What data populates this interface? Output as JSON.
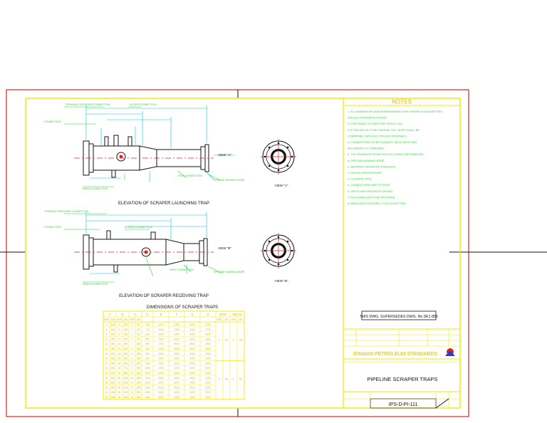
{
  "notes": {
    "heading": "NOTES",
    "items": [
      "1.  ALL DIMENSIONS AND ARRANGEMENTS ARE SHOWN IN MILLIMETRES",
      "    UNLESS OTHERWISE STATED.",
      "2.  FOR RANGE OF SIZES SEE IPS-D-PI-111.",
      "3.  IF PIGGING IS TO BE CARRIED OUT, SIZES SHALL BE",
      "    COMPATIBLE WITH ALL PIPELINE INTERNALS.",
      "4.  CONNECTIONS TO BE FLANGED, WELD NECK AND",
      "    ACCORDING TO STANDARD.",
      "5.  THE DRAWINGS SHOW THE FOLLOWING INFORMATION:",
      "    a.  PIPELINE NOMINAL BORE",
      "    b.  MAXIMUM OPERATING PRESSURE",
      "    c.  DESIGN TEMPERATURE",
      "    d.  CLOSURE TYPE",
      "    e.  CONNECTIONS AND FITTINGS",
      "6.  VENTS AND DRAINS AS SHOWN.",
      "7.  PIG SIGNALLER TO BE PROVIDED.",
      "8.  REDUCER ECCENTRIC, FLAT ON BOTTOM."
    ]
  },
  "drawing_1": {
    "title": "ELEVATION OF SCRAPER LAUNCHING TRAP",
    "view_label": "VIEW \"A\"",
    "section_label": "VIEW \"A\"",
    "callouts": [
      "TERMINAL PRESSURE CONNECTION",
      "CONNECTION",
      "KICKER CONNECTION",
      "VENT CONNECTION",
      "DRAIN CONNECTION",
      "PIPELINE NOMINAL BORE"
    ]
  },
  "drawing_2": {
    "title": "ELEVATION OF SCRAPER RECEIVING TRAP",
    "view_label": "VIEW \"B\"",
    "section_label": "VIEW \"B\"",
    "callouts": [
      "TERMINAL PRESSURE CONNECTION",
      "CONNECTION",
      "BYPASS CONNECTION",
      "VENT CONNECTION",
      "DRAIN CONNECTION",
      "PIPELINE NOMINAL BORE"
    ]
  },
  "table": {
    "title": "DIMENSIONS OF SCRAPER TRAPS",
    "group_headers": [
      "A",
      "B",
      "C",
      "D",
      "E",
      "F",
      "G",
      "H",
      "VENT",
      "DRAIN"
    ],
    "sub_headers": [
      "NPS",
      "DN",
      "NPS",
      "DN",
      "NPS",
      "DN",
      "",
      "",
      "",
      "",
      "",
      "NPS",
      "DN",
      "NPS",
      "DN"
    ],
    "rows": [
      [
        "4",
        "100",
        "6",
        "150",
        "2",
        "50",
        "750",
        "1000",
        "2150",
        "3000",
        "2750"
      ],
      [
        "6",
        "150",
        "8",
        "200",
        "2",
        "50",
        "775",
        "1000",
        "2250",
        "3000",
        "2775"
      ],
      [
        "8",
        "200",
        "10",
        "250",
        "3",
        "80",
        "825",
        "1000",
        "2400",
        "3000",
        "2825"
      ],
      [
        "10",
        "250",
        "12",
        "300",
        "3",
        "80",
        "850",
        "1000",
        "2500",
        "3000",
        "2850"
      ],
      [
        "12",
        "300",
        "14",
        "350",
        "4",
        "100",
        "900",
        "1000",
        "2600",
        "3000",
        "2900"
      ],
      [
        "14",
        "350",
        "16",
        "400",
        "4",
        "100",
        "925",
        "1000",
        "2650",
        "3000",
        "2925"
      ],
      [
        "16",
        "400",
        "18",
        "450",
        "6",
        "150",
        "950",
        "1500",
        "2800",
        "3000",
        "2950"
      ],
      [
        "18",
        "450",
        "20",
        "500",
        "6",
        "150",
        "975",
        "1500",
        "2900",
        "3000",
        "2975"
      ],
      [
        "20",
        "500",
        "24",
        "600",
        "8",
        "200",
        "1000",
        "1500",
        "3000",
        "4000",
        "3000"
      ],
      [
        "24",
        "600",
        "28",
        "700",
        "8",
        "200",
        "1050",
        "1500",
        "3200",
        "4000",
        "3050"
      ],
      [
        "28",
        "700",
        "32",
        "800",
        "10",
        "250",
        "1100",
        "2000",
        "3400",
        "4000",
        "3100"
      ],
      [
        "32",
        "800",
        "36",
        "900",
        "10",
        "250",
        "1150",
        "2000",
        "3600",
        "4000",
        "3150"
      ],
      [
        "36",
        "900",
        "42",
        "1050",
        "12",
        "300",
        "1200",
        "2000",
        "3800",
        "4000",
        "3200"
      ],
      [
        "40",
        "1000",
        "48",
        "1200",
        "12",
        "300",
        "1250",
        "2000",
        "4000",
        "4000",
        "3250"
      ],
      [
        "42",
        "1050",
        "48",
        "1200",
        "14",
        "350",
        "1300",
        "2500",
        "4200",
        "4000",
        "3300"
      ],
      [
        "48",
        "1200",
        "56",
        "1400",
        "16",
        "400",
        "1400",
        "2500",
        "4400",
        "4000",
        "3400"
      ]
    ],
    "vent_drain": [
      [
        "1\"",
        "25",
        "1\"",
        "25"
      ],
      [
        "2\"",
        "50",
        "2\"",
        "50"
      ]
    ]
  },
  "supersedes": "THIS DWG. SUPERSEDES DWG. No.SK1-850",
  "standard_name": "IRANIAN PETROLEUM STANDARDS",
  "drawing_title": "PIPELINE SCRAPER TRAPS",
  "drawing_number": "IPS-D-PI-111",
  "colors": {
    "border": "#e32020",
    "frame": "#f0e800",
    "geometry": "#111111",
    "dimension": "#00c8e0",
    "annotation": "#2ed82e",
    "table_text": "#d4b800",
    "center_line": "#e32020",
    "accent_blue": "#1f3fd0"
  }
}
